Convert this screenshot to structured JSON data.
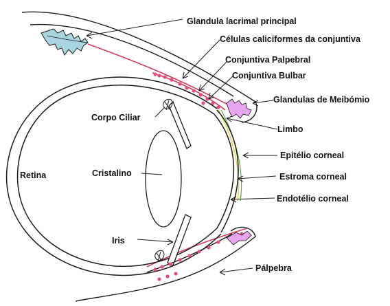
{
  "labels": {
    "glandula_lacrimal": "Glandula lacrimal principal",
    "celulas_caliciformes": "Células caliciformes da conjuntiva",
    "conjuntiva_palpebral": "Conjuntiva Palpebral",
    "conjuntiva_bulbar": "Conjuntiva Bulbar",
    "glandulas_meibomio": "Glandulas de Meibómio",
    "corpo_ciliar": "Corpo Ciliar",
    "limbo": "Limbo",
    "epitelio_corneal": "Epitélio corneal",
    "retina": "Retina",
    "cristalino": "Cristalino",
    "estroma_corneal": "Estroma corneal",
    "endotelio_corneal": "Endotélio corneal",
    "iris": "Iris",
    "palpebra": "Pálpebra"
  },
  "colors": {
    "outline": "#1a1a1a",
    "gland_fill": "#a9d5de",
    "meibomian_fill": "#e7a6ef",
    "goblet_cells": "#e64d78",
    "conjunctiva_line": "#d23b5a",
    "epithelium_line": "#e8d848",
    "green_line": "#4caf50"
  }
}
